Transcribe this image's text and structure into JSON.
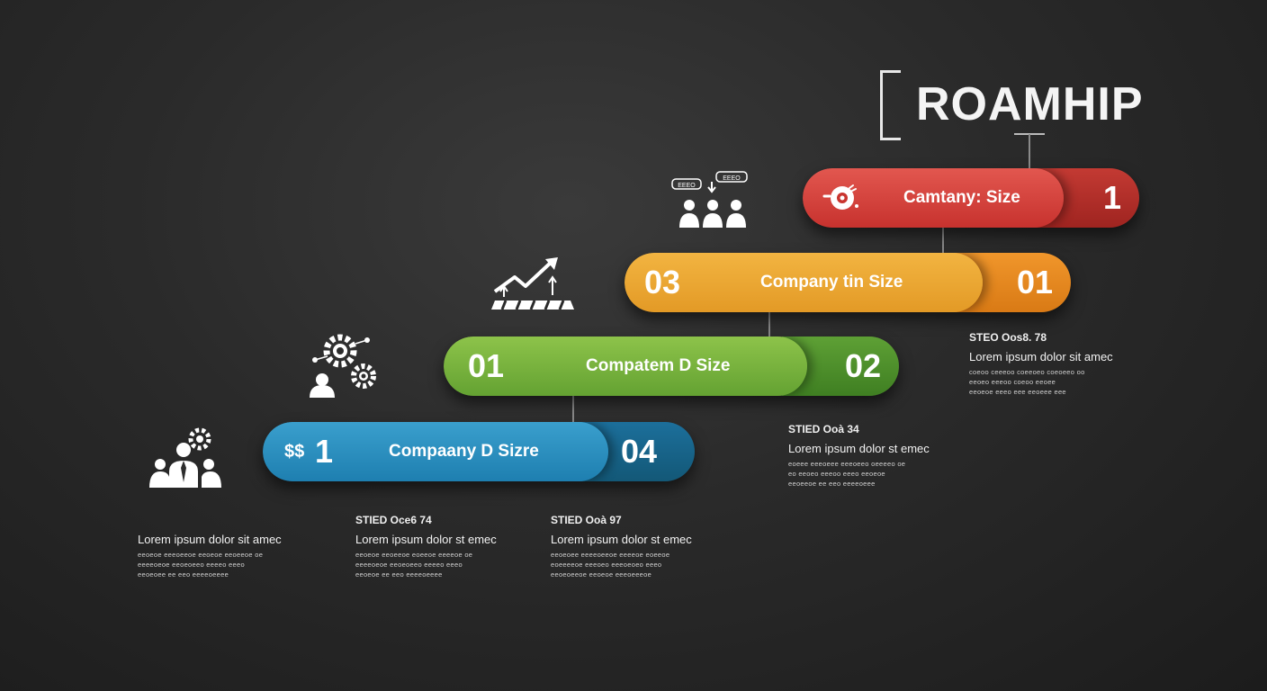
{
  "title": "ROAMHIP",
  "bars": [
    {
      "label": "Camtany: Size",
      "num_left": "",
      "num_right": "1",
      "color": "#d6403a"
    },
    {
      "label": "Company tin Size",
      "num_left": "03",
      "num_right": "01",
      "color": "#eda532"
    },
    {
      "label": "Compatem D Size",
      "num_left": "01",
      "num_right": "02",
      "color": "#77b23e"
    },
    {
      "label": "Compaany  D Sizre",
      "num_left": "1",
      "num_right": "04",
      "color": "#2a8fc0",
      "prefix": "$$"
    }
  ],
  "descriptions": [
    {
      "stage": "STEO Oos8. 78",
      "lead": "Lorem ipsum dolor sit amec",
      "lines": [
        "coeoo ceeeoo coeeoeo coeoeeo oo",
        "eeoeo eeeoo coeoo eeoee",
        "eeoeoe eeeo eee eeoeee eee"
      ]
    },
    {
      "stage": "STIED Ooà 34",
      "lead": "Lorem ipsum dolor st emec",
      "lines": [
        "eoeee eeeoeee eeeoeeo oeeeeo oe",
        "eo eeoeo eeeoo eeeo eeoeoe",
        "eeoeeoe ee eeo eeeeoeee"
      ]
    },
    {
      "stage": "STIED Ooà 97",
      "lead": "Lorem ipsum dolor st emec",
      "lines": [
        "eeoeoee eeeeoeeoe eeeeoe eoeeoe",
        "eoeeeeoe eeeoeo eeeoeoeo eeeo",
        "eeoeoeeoe eeoeoe eeeoeeeoe"
      ]
    },
    {
      "stage": "STIED Oce6 74",
      "lead": "Lorem ipsum dolor st emec",
      "lines": [
        "eeoeoe eeoeeoe eoeeoe eeeeoe oe",
        "eeeeoeoe eeoeoeeo eeeeo eeeo",
        "eeoeoe ee eeo eeeeoeeee"
      ]
    },
    {
      "stage": "",
      "lead": "Lorem ipsum dolor sit amec",
      "lines": [
        "eeoeoe eeeoeeoe eeoeoe eeoeeoe oe",
        "eeeeoeoe eeoeoeeo eeeeo eeeo",
        "eeoeoee ee eeo eeeeoeeee"
      ]
    }
  ],
  "icons": {
    "team_chat": "team-discussion-icon",
    "growth": "growth-chart-icon",
    "gears": "gears-team-icon",
    "leader": "leader-gear-icon",
    "target": "target-icon"
  },
  "icon_labels": [
    "EEEO",
    "EEEO"
  ]
}
